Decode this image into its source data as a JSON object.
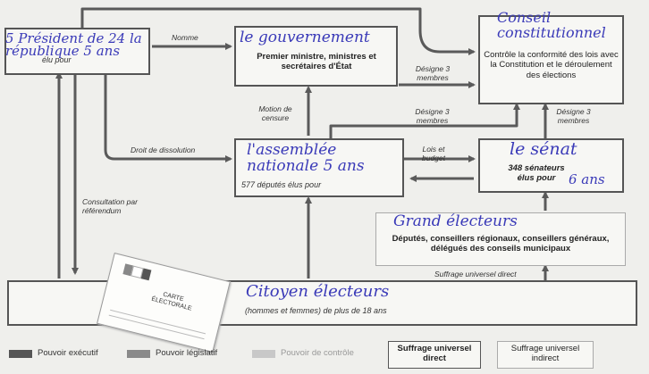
{
  "colors": {
    "ink": "#3a3ab8",
    "border": "#555555",
    "arrow": "#5a5a5a",
    "paper": "#f7f7f4"
  },
  "president": {
    "handwritten": "5 Président de 24 la république 5 ans",
    "printed": "élu pour"
  },
  "gouvernement": {
    "handwritten": "le gouvernement",
    "printed": "Premier ministre, ministres et secrétaires d'État"
  },
  "conseil": {
    "handwritten": "Conseil constitutionnel",
    "printed": "Contrôle la conformité des lois avec la Constitution et le déroulement des élections"
  },
  "assemblee": {
    "handwritten": "l'assemblée nationale 5 ans",
    "printed": "577 députés élus pour"
  },
  "senat": {
    "handwritten": "le sénat",
    "printed": "348 sénateurs élus pour",
    "duration": "6 ans"
  },
  "grands_electeurs": {
    "handwritten": "Grand électeurs",
    "printed": "Députés, conseillers régionaux, conseillers généraux, délégués des conseils municipaux"
  },
  "citoyens": {
    "handwritten": "Citoyen électeurs",
    "printed": "(hommes et femmes) de plus de 18 ans"
  },
  "card": {
    "title": "CARTE ÉLECTORALE"
  },
  "arrows": {
    "nomme": "Nomme",
    "designe_1": "Désigne 3 membres",
    "designe_2": "Désigne 3 membres",
    "designe_3": "Désigne 3 membres",
    "motion": "Motion de censure",
    "dissolution": "Droit de dissolution",
    "lois": "Lois et budget",
    "consultation": "Consultation par référendum",
    "suffrage": "Suffrage universel direct"
  },
  "legend": {
    "executif": {
      "label": "Pouvoir exécutif",
      "color": "#555555"
    },
    "legislatif": {
      "label": "Pouvoir législatif",
      "color": "#8a8a8a"
    },
    "controle": {
      "label": "Pouvoir de contrôle",
      "color": "#c8c8c8"
    },
    "direct": "Suffrage universel direct",
    "indirect": "Suffrage universel indirect"
  }
}
